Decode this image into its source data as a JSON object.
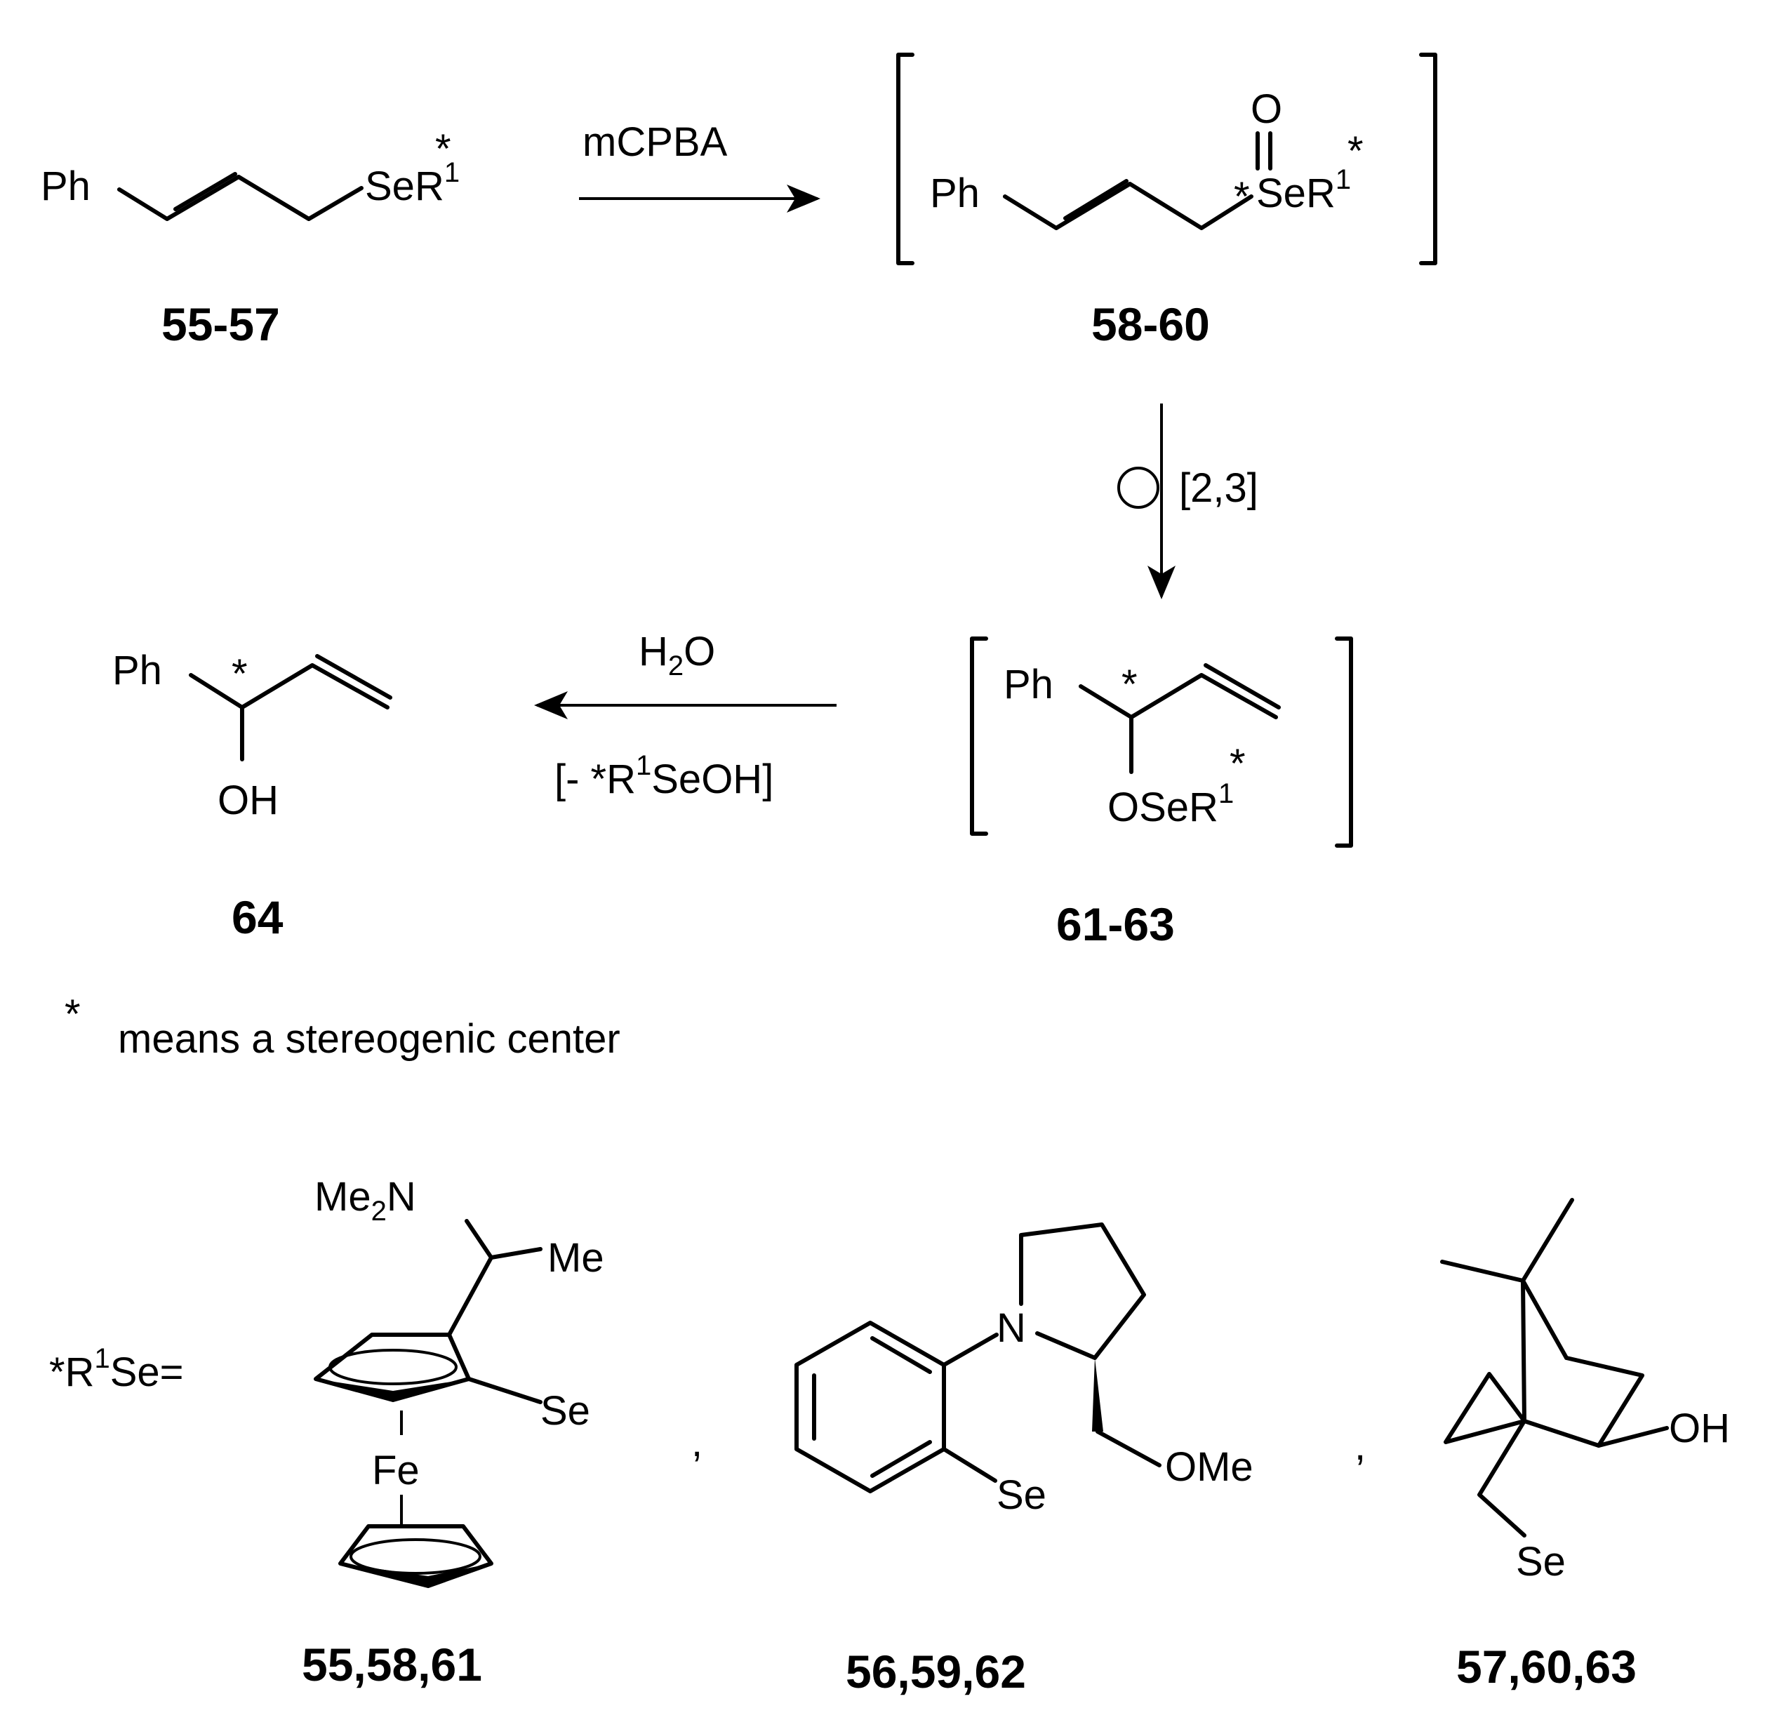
{
  "diagram": {
    "reagents": {
      "step1": "mCPBA",
      "step2": "[2,3]",
      "step3_top_main": "H",
      "step3_top_sub": "2",
      "step3_top_tail": "O",
      "step3_bottom_head": "[- *R",
      "step3_bottom_sup": "1",
      "step3_bottom_tail": "SeOH]"
    },
    "compounds": {
      "c55_57": "55-57",
      "c58_60": "58-60",
      "c61_63": "61-63",
      "c64": "64",
      "c55_58_61": "55,58,61",
      "c56_59_62": "56,59,62",
      "c57_60_63": "57,60,63"
    },
    "atoms": {
      "ph": "Ph",
      "se": "Se",
      "ser": "SeR",
      "oser": "OSeR",
      "o": "O",
      "oh": "OH",
      "n": "N",
      "ome": "OMe",
      "fe": "Fe",
      "me": "Me",
      "me2n_head": "Me",
      "me2n_sub": "2",
      "me2n_tail": "N",
      "star": "*",
      "sup1": "1"
    },
    "note": {
      "star": "*",
      "text": "means  a stereogenic center"
    },
    "definition": {
      "head": "*R",
      "sup": "1",
      "tail": "Se="
    },
    "separators": [
      ",",
      ","
    ]
  }
}
